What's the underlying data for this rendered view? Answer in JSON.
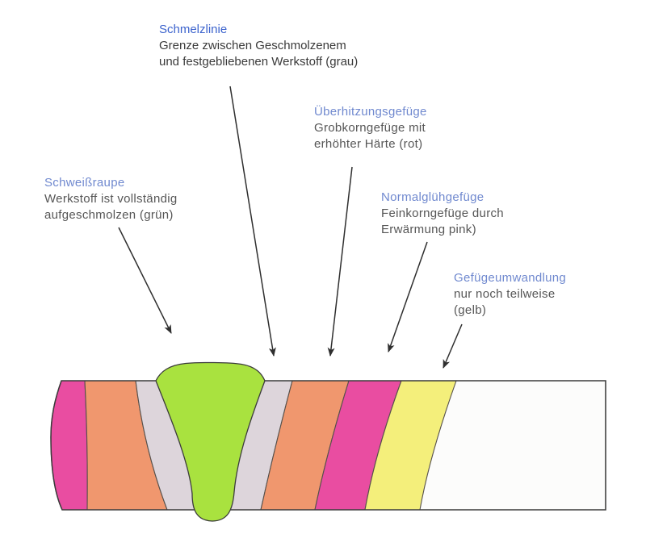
{
  "figure": {
    "labels": [
      {
        "id": "schmelzlinie",
        "title": "Schmelzlinie",
        "lines": [
          "Grenze zwischen Geschmolzenem",
          "und festgebliebenen Werkstoff (grau)"
        ]
      },
      {
        "id": "ueberhitzungsgefuege",
        "title": "Überhitzungsgefüge",
        "lines": [
          "Grobkorngefüge mit",
          "erhöhter Härte (rot)"
        ]
      },
      {
        "id": "schweissraupe",
        "title": "Schweißraupe",
        "lines": [
          "Werkstoff ist vollständig",
          "aufgeschmolzen (grün)"
        ]
      },
      {
        "id": "normalgluehgefuege",
        "title": "Normalglühgefüge",
        "lines": [
          "Feinkorngefüge durch",
          "Erwärmung pink)"
        ]
      },
      {
        "id": "gefuegeumwandlung",
        "title": "Gefügeumwandlung",
        "lines": [
          "nur noch teilweise",
          "(gelb)"
        ]
      }
    ],
    "zones": [
      {
        "name": "schweissraupe-weld-bead",
        "color": "#a9e23f"
      },
      {
        "name": "schmelzlinie-zone",
        "color": "#ddd5db"
      },
      {
        "name": "ueberhitzungsgefuege-zone",
        "color": "#f0976e"
      },
      {
        "name": "normalgluehgefuege-zone",
        "color": "#e94da1"
      },
      {
        "name": "gefuegeumwandlung-zone",
        "color": "#f4ef7b"
      },
      {
        "name": "grundwerkstoff-base",
        "color": "#fcfcfb"
      }
    ],
    "colors": {
      "title_blue": "#3c63cd",
      "title_blue_soft": "#7089cf",
      "body_text": "#3a3a3a",
      "body_text_soft": "#565656",
      "arrow": "#2f2f2f",
      "zone_outline": "#56504b",
      "plate_outline": "#3b3b3b"
    }
  }
}
